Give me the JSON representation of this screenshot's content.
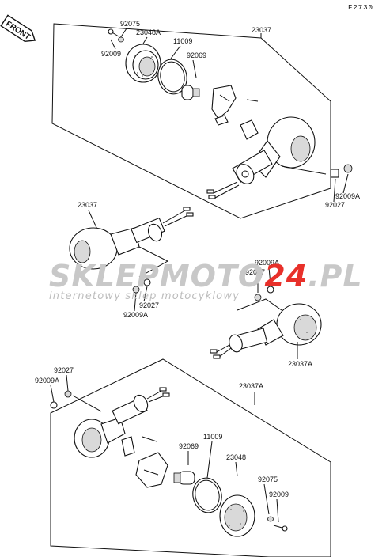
{
  "diagram_code": "F2730",
  "front_label": "FRONT",
  "watermark": {
    "brand_part1": "SKLEPMOTO",
    "brand_part2": "24",
    "brand_part3": ".PL",
    "tagline": "internetowy sklep motocyklowy",
    "grey": "#c8c8c8",
    "red": "#e8302a"
  },
  "groups": {
    "top_right": {
      "assembly_label": "23037",
      "parts": [
        "92075",
        "23048A",
        "11009",
        "92009",
        "92069"
      ],
      "side_parts": [
        "92009A",
        "92027"
      ]
    },
    "middle_left": {
      "assembly_label": "23037",
      "parts": [
        "92027",
        "92009A"
      ]
    },
    "middle_right": {
      "assembly_label": "23037A",
      "parts": [
        "92009A",
        "92027"
      ]
    },
    "bottom": {
      "assembly_label": "23037A",
      "side_parts": [
        "92027",
        "92009A"
      ],
      "parts": [
        "92069",
        "11009",
        "23048",
        "92075",
        "92009"
      ]
    }
  }
}
